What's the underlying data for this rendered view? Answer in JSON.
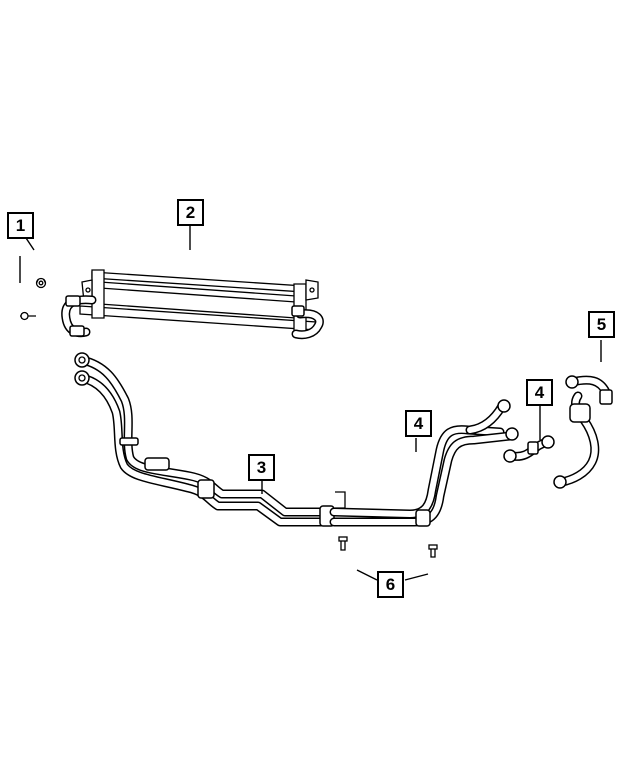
{
  "diagram": {
    "callouts": [
      {
        "id": "1",
        "label": "1"
      },
      {
        "id": "2",
        "label": "2"
      },
      {
        "id": "3",
        "label": "3"
      },
      {
        "id": "4a",
        "label": "4"
      },
      {
        "id": "4b",
        "label": "4"
      },
      {
        "id": "5",
        "label": "5"
      },
      {
        "id": "6",
        "label": "6"
      }
    ]
  }
}
